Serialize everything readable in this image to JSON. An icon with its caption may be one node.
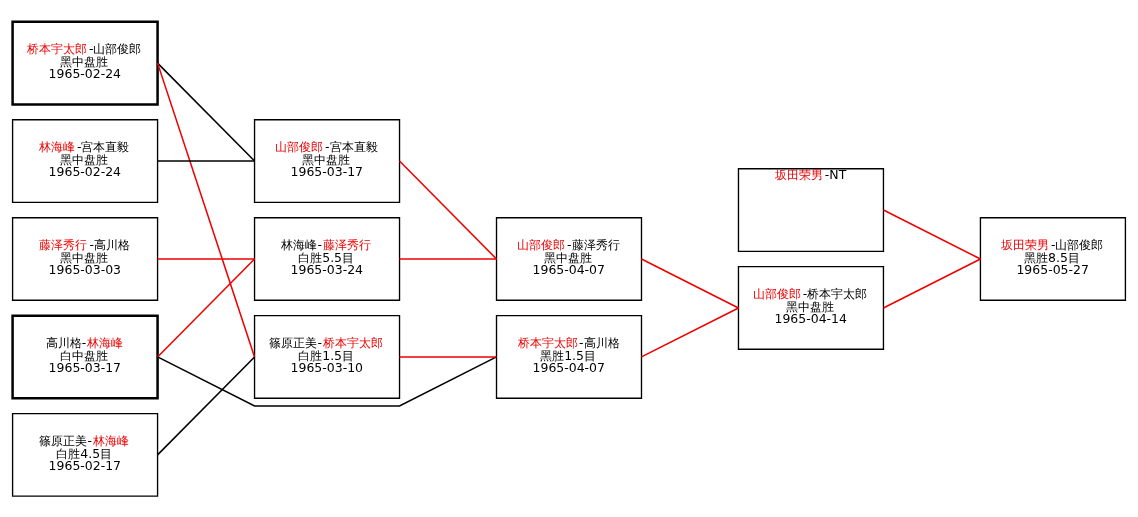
{
  "diagram": {
    "nodes": [
      {
        "text": [
          "桥本宇太郎-山部俊郎",
          "黑中盘胜",
          "1965-02-24"
        ]
      },
      {
        "text": [
          "林海峰-宫本直毅",
          "黑中盘胜",
          "1965-02-24"
        ]
      },
      {
        "text": [
          "藤泽秀行-高川格",
          "黑中盘胜",
          "1965-03-03"
        ]
      },
      {
        "text": [
          "高川格-林海峰",
          "白中盘胜",
          "1965-03-17"
        ]
      },
      {
        "text": [
          "篠原正美-林海峰",
          "白胜4.5目",
          "1965-02-17"
        ]
      },
      {
        "text": [
          "山部俊郎-宫本直毅",
          "黑中盘胜",
          "1965-03-17"
        ]
      },
      {
        "text": [
          "林海峰-藤泽秀行",
          "白胜5.5目",
          "1965-03-24"
        ]
      },
      {
        "text": [
          "篠原正美-桥本宇太郎",
          "白胜1.5目",
          "1965-03-10"
        ]
      },
      {
        "text": [
          "山部俊郎-藤泽秀行",
          "黑中盘胜",
          "1965-04-07"
        ]
      },
      {
        "text": [
          "桥本宇太郎-高川格",
          "黑胜1.5目",
          "1965-04-07"
        ]
      },
      {
        "text": [
          "坂田荣男-NT"
        ]
      },
      {
        "text": [
          "山部俊郎-桥本宇太郎",
          "黑中盘胜",
          "1965-04-14"
        ]
      },
      {
        "text": [
          "坂田荣男-山部俊郎",
          "黑胜8.5目",
          "1965-05-27"
        ]
      }
    ],
    "edges": [
      {
        "from": 0,
        "to": 5,
        "arrow": "none",
        "color": "#000000"
      },
      {
        "from": 1,
        "to": 5,
        "arrow": "none",
        "color": "#000000"
      },
      {
        "from": 0,
        "to": 7,
        "arrow": "none"
      },
      {
        "from": 2,
        "to": 6,
        "arrow": "none"
      },
      {
        "from": 3,
        "to": 6,
        "arrow": "none"
      },
      {
        "from": 3,
        "to": 9,
        "arrow": "none",
        "color": "#000000"
      },
      {
        "from": 4,
        "to": 7,
        "arrow": "none",
        "color": "#000000"
      },
      {
        "from": 5,
        "to": 8,
        "arrow": "none"
      },
      {
        "from": 6,
        "to": 8,
        "arrow": "none"
      },
      {
        "from": 7,
        "to": 9,
        "arrow": "none"
      },
      {
        "from": 8,
        "to": 11,
        "arrow": "none"
      },
      {
        "from": 9,
        "to": 11,
        "arrow": "none"
      },
      {
        "from": 10,
        "to": 12,
        "arrow": "none"
      },
      {
        "from": 11,
        "to": 12,
        "arrow": "none"
      }
    ]
  }
}
